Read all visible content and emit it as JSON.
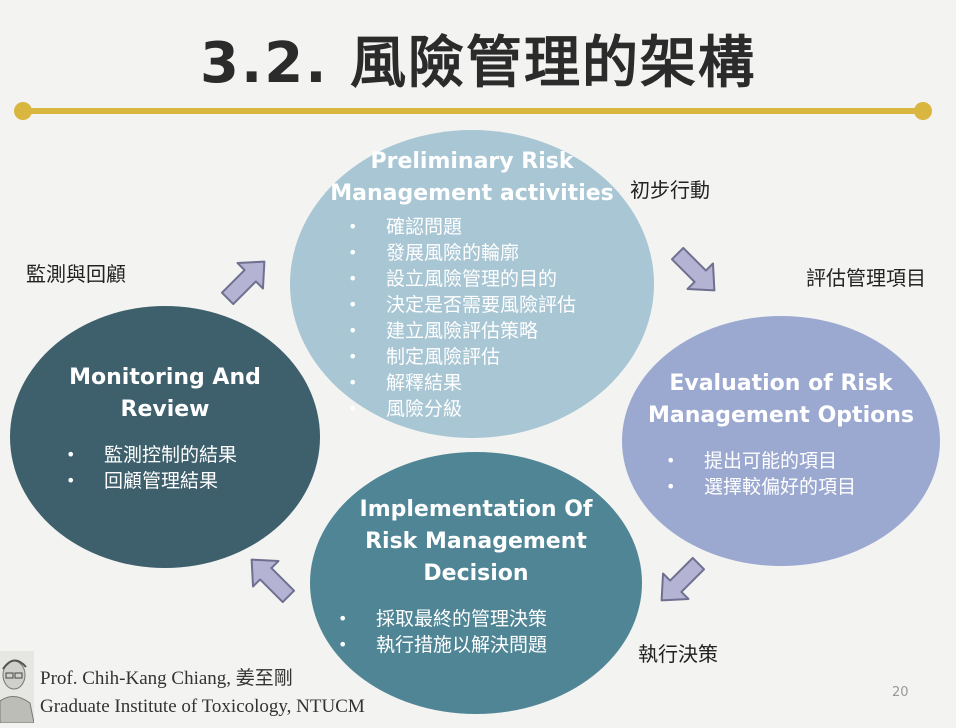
{
  "title": "3.2. 風險管理的架構",
  "nodes": {
    "top": {
      "title_lines": [
        "Preliminary Risk",
        "Management activities"
      ],
      "bullets": [
        "確認問題",
        "發展風險的輪廓",
        "設立風險管理的目的",
        "決定是否需要風險評估",
        "建立風險評估策略",
        "制定風險評估",
        "解釋結果",
        "風險分級"
      ]
    },
    "left": {
      "title_lines": [
        "Monitoring And",
        "Review"
      ],
      "bullets": [
        "監測控制的結果",
        "回顧管理結果"
      ]
    },
    "right": {
      "title_lines": [
        "Evaluation of Risk",
        "Management Options"
      ],
      "bullets": [
        "提出可能的項目",
        "選擇較偏好的項目"
      ]
    },
    "bottom": {
      "title_lines": [
        "Implementation Of",
        "Risk Management",
        "Decision"
      ],
      "bullets": [
        "採取最終的管理決策",
        "執行措施以解決問題"
      ]
    }
  },
  "labels": {
    "initial": "初步行動",
    "evaluate": "評估管理項目",
    "execute": "執行決策",
    "monitor": "監測與回顧"
  },
  "footer": {
    "line1": "Prof. Chih-Kang Chiang, 姜至剛",
    "line2": "Graduate Institute of Toxicology, NTUCM",
    "page_number": "20"
  },
  "colors": {
    "accent_rule": "#d9b640",
    "top_ellipse": "#a8c6d3",
    "left_ellipse": "#3e5f6c",
    "right_ellipse": "#9ba9d1",
    "bottom_ellipse": "#4f8595",
    "arrow_fill": "#b4b3d4"
  }
}
